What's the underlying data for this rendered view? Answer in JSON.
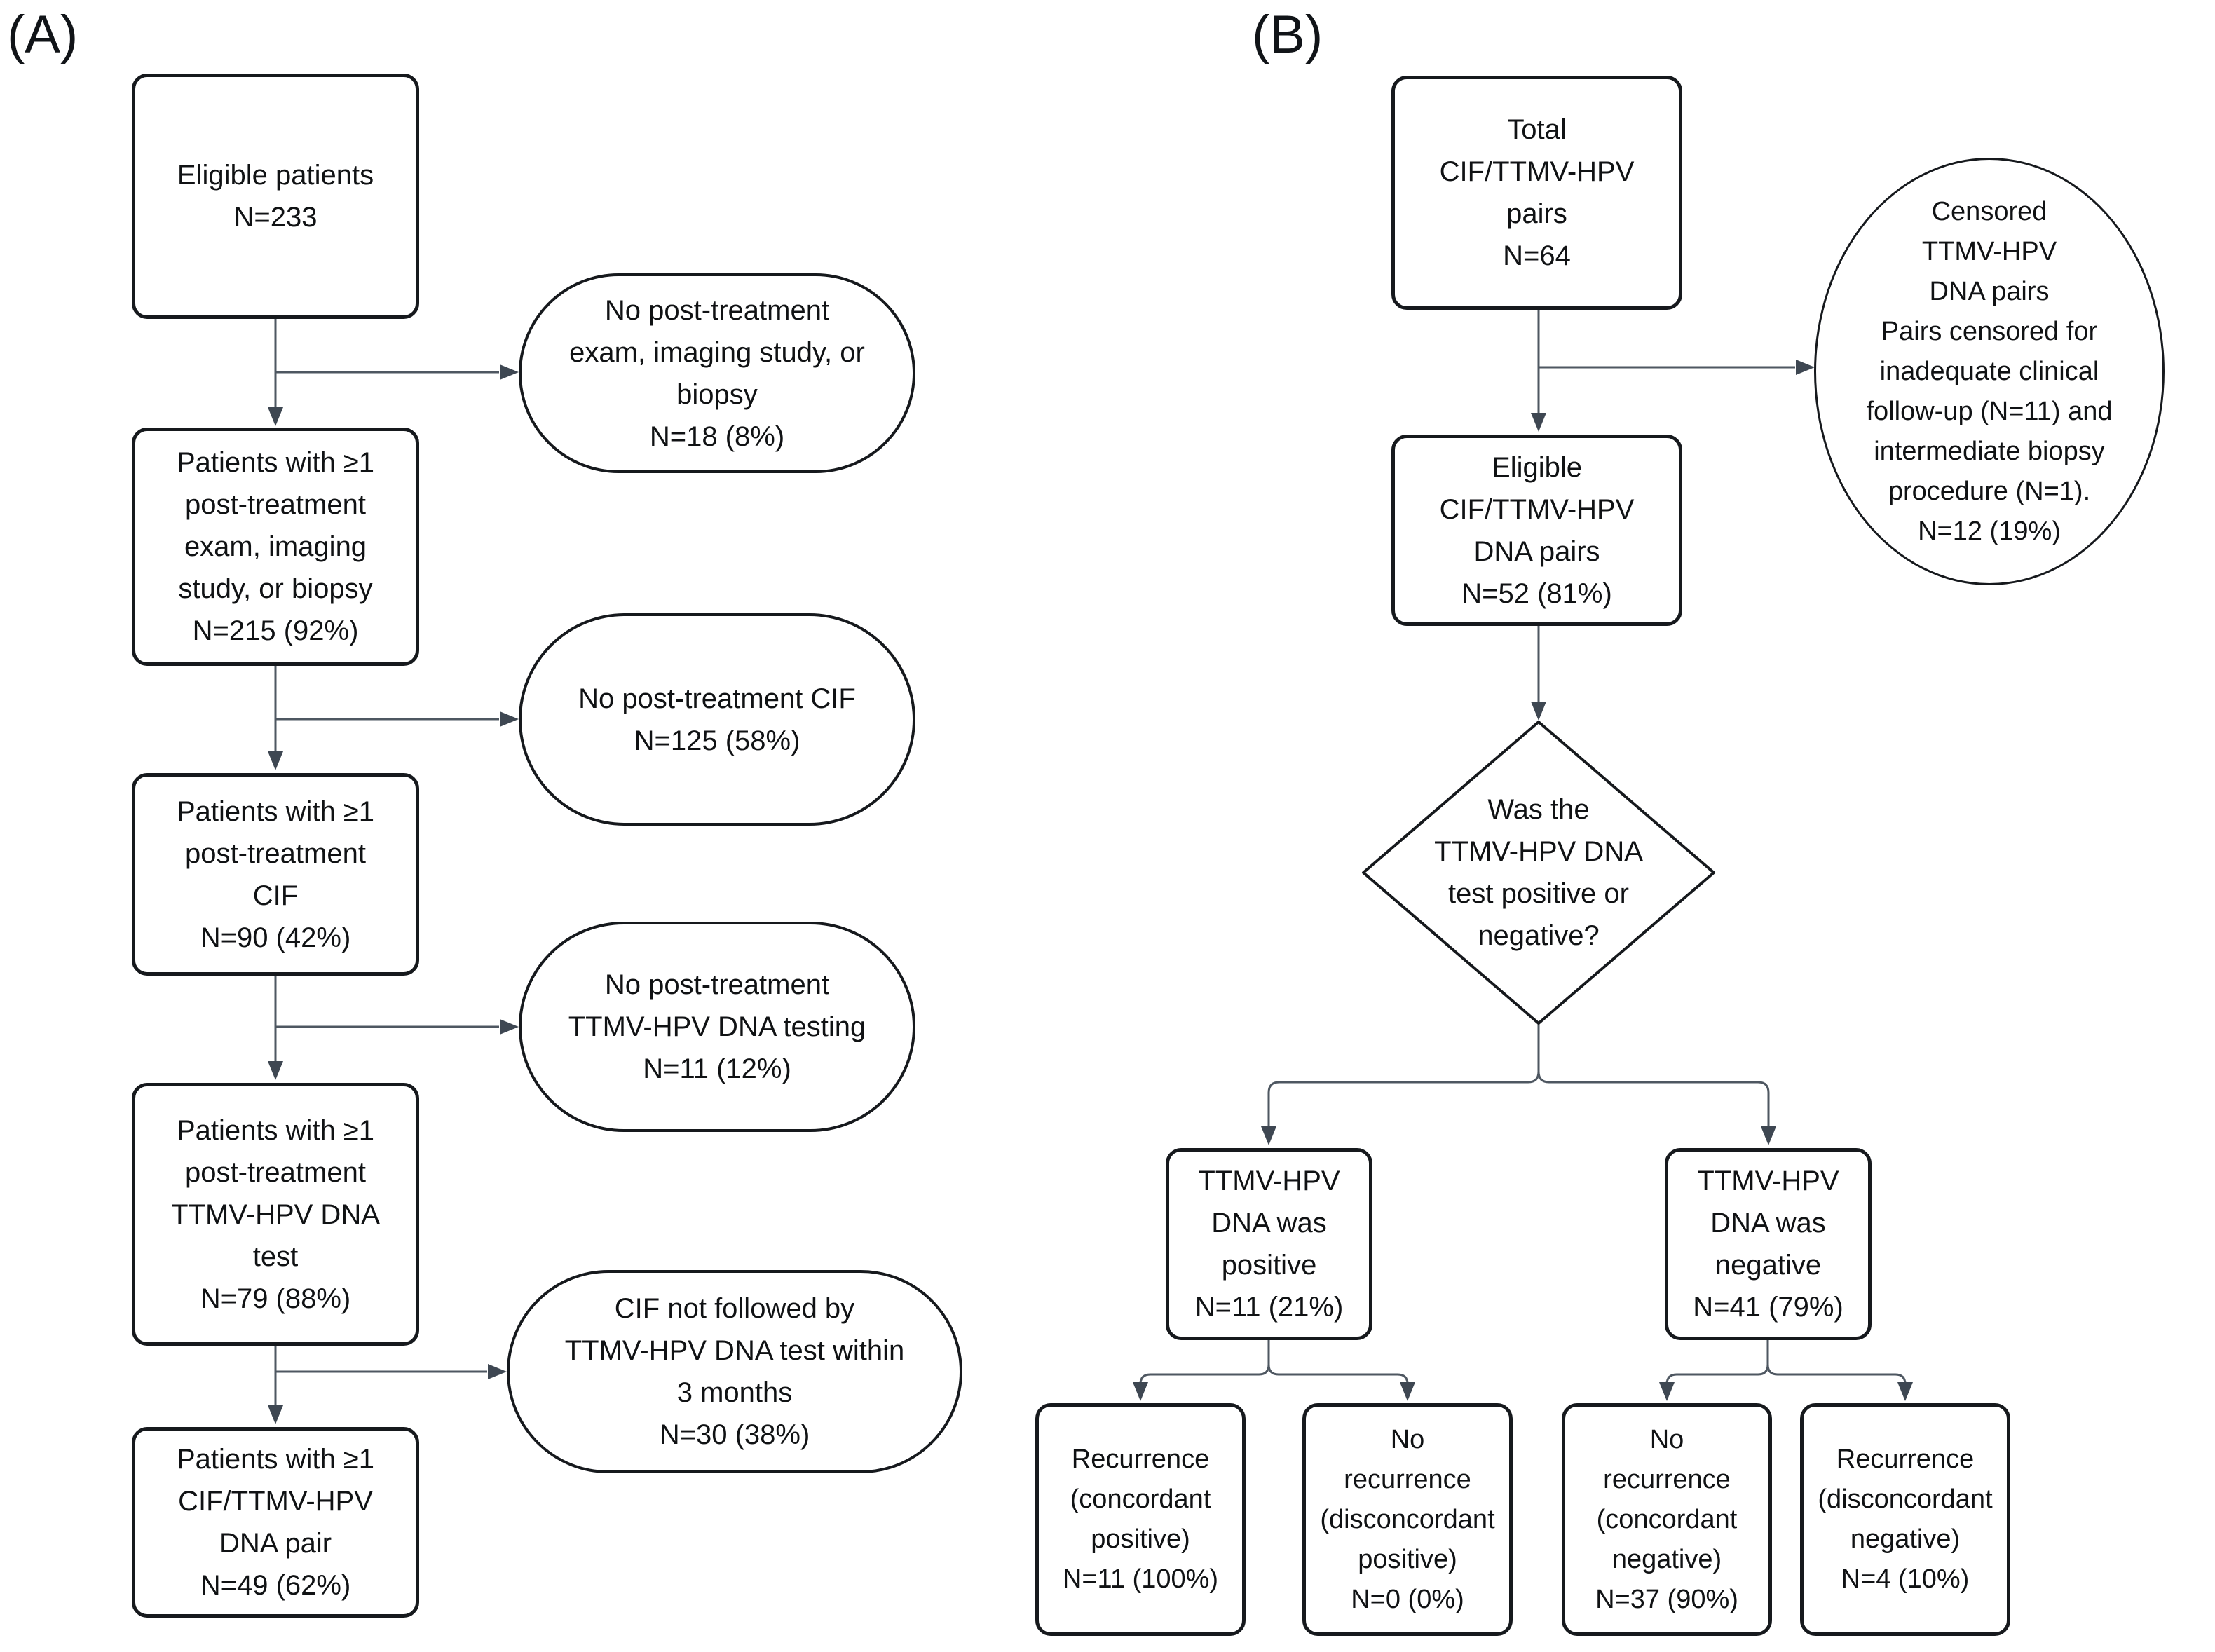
{
  "panel_a": {
    "label": "(A)",
    "boxes": [
      {
        "id": "eligible-patients",
        "text": "Eligible patients\nN=233"
      },
      {
        "id": "post-treatment-exam",
        "text": "Patients with ≥1\npost-treatment\nexam, imaging\nstudy, or biopsy\nN=215 (92%)"
      },
      {
        "id": "post-treatment-cif",
        "text": "Patients with ≥1\npost-treatment\nCIF\nN=90 (42%)"
      },
      {
        "id": "post-treatment-ttmv-test",
        "text": "Patients with ≥1\npost-treatment\nTTMV-HPV DNA\ntest\nN=79 (88%)"
      },
      {
        "id": "cif-ttmv-dna-pair",
        "text": "Patients with ≥1\nCIF/TTMV-HPV\nDNA pair\nN=49 (62%)"
      }
    ],
    "exclusions": [
      {
        "id": "no-post-treatment-exam",
        "text": "No post-treatment\nexam, imaging study, or\nbiopsy\nN=18 (8%)"
      },
      {
        "id": "no-post-treatment-cif",
        "text": "No post-treatment CIF\nN=125 (58%)"
      },
      {
        "id": "no-ttmv-testing",
        "text": "No post-treatment\nTTMV-HPV DNA testing\nN=11 (12%)"
      },
      {
        "id": "cif-not-followed",
        "text": "CIF not followed by\nTTMV-HPV DNA test within\n3 months\nN=30 (38%)"
      }
    ]
  },
  "panel_b": {
    "label": "(B)",
    "total_pairs": {
      "text": "Total\nCIF/TTMV-HPV\npairs\nN=64"
    },
    "censored_pairs": {
      "text": "Censored\nTTMV-HPV\nDNA pairs\nPairs censored for\ninadequate clinical\nfollow-up (N=11) and\nintermediate biopsy\nprocedure (N=1).\nN=12 (19%)"
    },
    "eligible_pairs": {
      "text": "Eligible\nCIF/TTMV-HPV\nDNA pairs\nN=52 (81%)"
    },
    "decision": {
      "text": "Was the\nTTMV-HPV DNA\ntest positive or\nnegative?"
    },
    "dna_positive": {
      "text": "TTMV-HPV\nDNA was\npositive\nN=11 (21%)"
    },
    "dna_negative": {
      "text": "TTMV-HPV\nDNA was\nnegative\nN=41 (79%)"
    },
    "outcomes": [
      {
        "id": "recurrence-concordant-positive",
        "text": "Recurrence\n(concordant\npositive)\nN=11 (100%)"
      },
      {
        "id": "no-recurrence-disconcordant-positive",
        "text": "No\nrecurrence\n(disconcordant\npositive)\nN=0 (0%)"
      },
      {
        "id": "no-recurrence-concordant-negative",
        "text": "No\nrecurrence\n(concordant\nnegative)\nN=37 (90%)"
      },
      {
        "id": "recurrence-disconcordant-negative",
        "text": "Recurrence\n(disconcordant\nnegative)\nN=4 (10%)"
      }
    ]
  },
  "colors": {
    "node_border": "#16191d",
    "connector_line": "#4e5761",
    "arrowhead": "#3e4752",
    "text": "#101214",
    "background": "#ffffff"
  }
}
